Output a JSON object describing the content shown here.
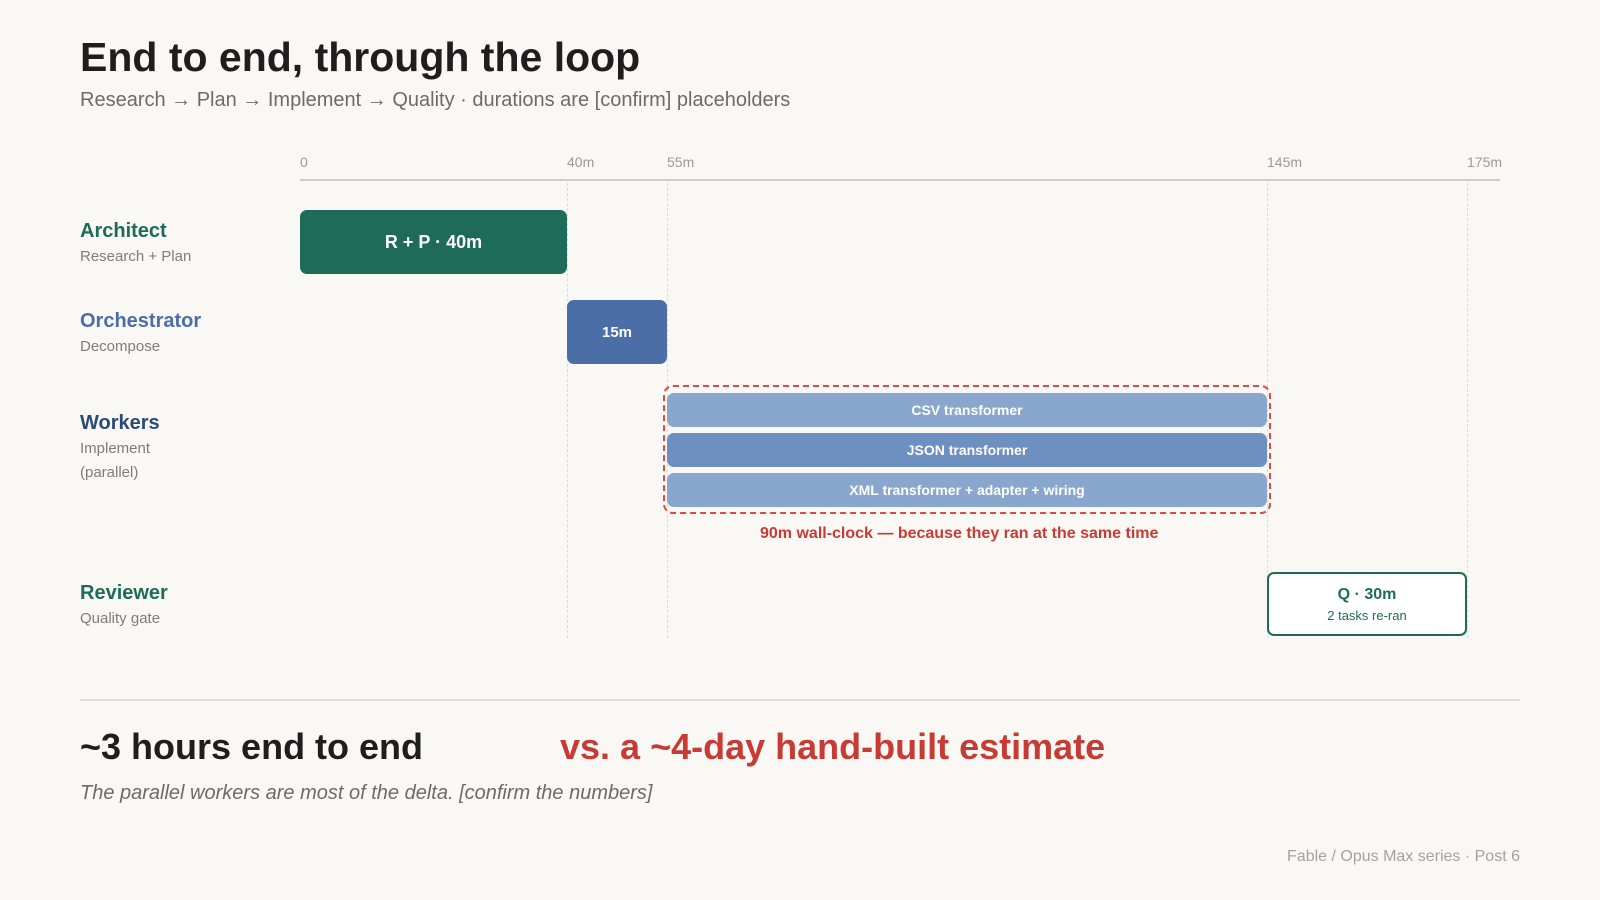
{
  "title": "End to end, through the loop",
  "subtitle": "Research → Plan → Implement → Quality · durations are [confirm] placeholders",
  "timeline": {
    "ticks": [
      "0",
      "40m",
      "55m",
      "145m",
      "175m"
    ]
  },
  "rows": {
    "architect": {
      "name": "Architect",
      "desc": "Research + Plan",
      "bar": "R + P · 40m",
      "color": "#1e6b5a"
    },
    "orchestrator": {
      "name": "Orchestrator",
      "desc": "Decompose",
      "bar": "15m",
      "color": "#4b6ea6"
    },
    "workers": {
      "name": "Workers",
      "desc1": "Implement",
      "desc2": "(parallel)",
      "color": "#2c4a78",
      "tasks": [
        "CSV transformer",
        "JSON transformer",
        "XML transformer + adapter + wiring"
      ],
      "note": "90m wall-clock — because they ran at the same time"
    },
    "reviewer": {
      "name": "Reviewer",
      "desc": "Quality gate",
      "bar": "Q · 30m",
      "bar_sub": "2 tasks re-ran",
      "color": "#1e6b5a"
    }
  },
  "summary": {
    "left": "~3 hours end to end",
    "right": "vs. a ~4-day hand-built estimate",
    "note": "The parallel workers are most of the delta. [confirm the numbers]"
  },
  "footer": "Fable / Opus Max series · Post 6"
}
